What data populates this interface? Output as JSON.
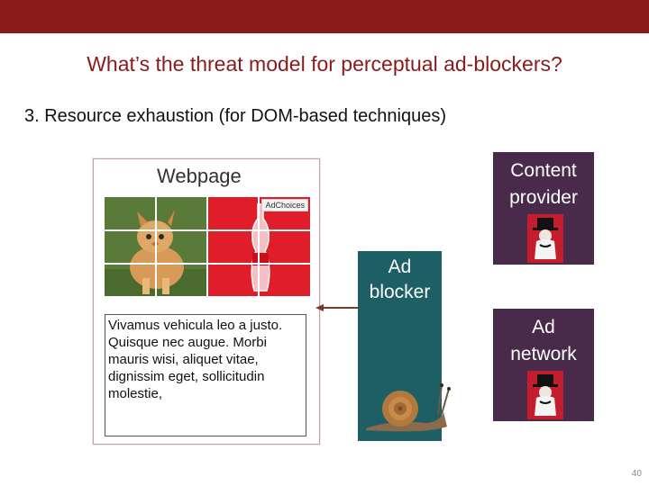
{
  "slide": {
    "title": "What’s the threat model for perceptual ad-blockers?",
    "subtitle": "3. Resource exhaustion (for DOM-based techniques)",
    "page_number": "40",
    "colors": {
      "top_bar": "#8b1a1a",
      "title_text": "#8b1a1a",
      "ad_blocker_box": "#1e5f66",
      "provider_box": "#4a2a4a",
      "ad_red": "#e01e2a"
    }
  },
  "webpage": {
    "label": "Webpage",
    "ad_choices": "AdChoices",
    "body_text": "Vivamus vehicula leo a justo. Quisque nec augue. Morbi mauris wisi, aliquet vitae, dignissim eget, sollicitudin molestie,"
  },
  "ad_blocker": {
    "label_line1": "Ad",
    "label_line2": "blocker"
  },
  "content_provider": {
    "label_line1": "Content",
    "label_line2": "provider",
    "icon": "villain-icon"
  },
  "ad_network": {
    "label_line1": "Ad",
    "label_line2": "network",
    "icon": "villain-icon"
  },
  "illustrations": {
    "snail": "snail-icon",
    "cat": "kitten-image"
  }
}
